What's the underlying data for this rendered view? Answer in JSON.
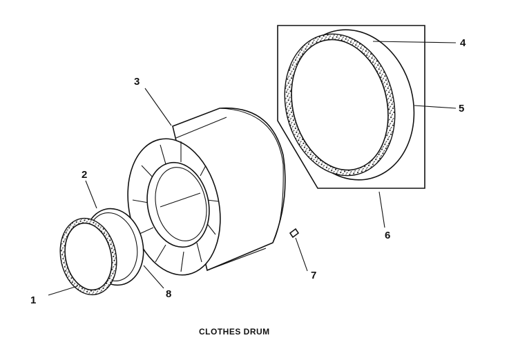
{
  "diagram": {
    "callouts": {
      "c1": "1",
      "c2": "2",
      "c3": "3",
      "c4": "4",
      "c5": "5",
      "c6": "6",
      "c7": "7",
      "c8": "8"
    },
    "caption": "CLOTHES DRUM"
  }
}
